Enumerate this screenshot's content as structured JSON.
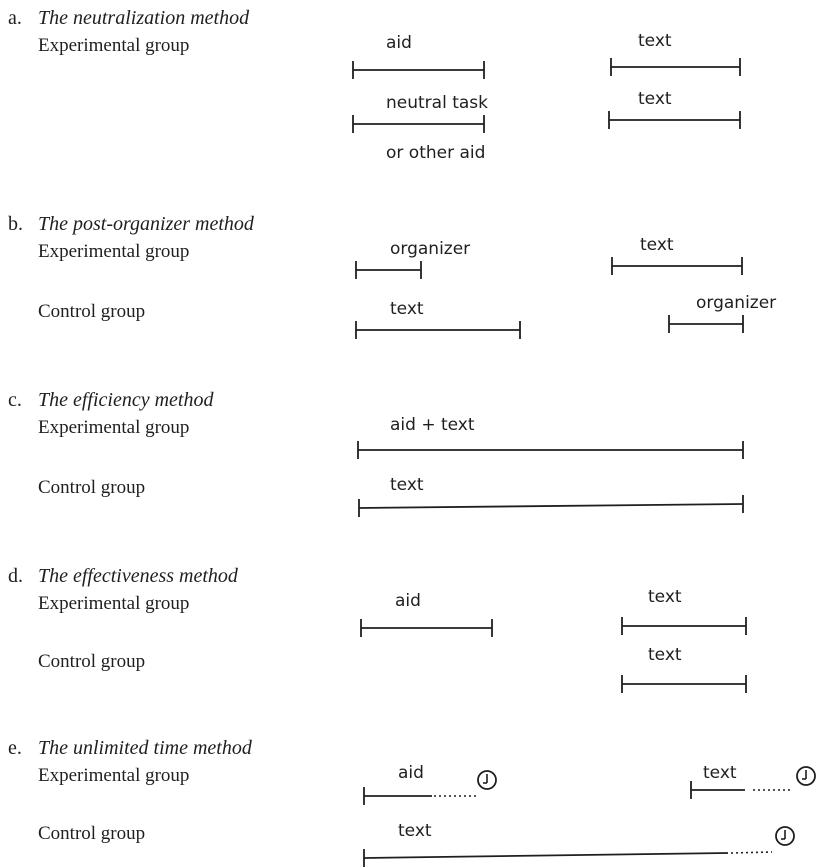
{
  "methods": [
    {
      "letter": "a.",
      "name": "The neutralization method",
      "rows": [
        {
          "group": "Experimental group",
          "bars": [
            {
              "label": "aid",
              "sub": "",
              "timed": false
            },
            {
              "label": "text",
              "sub": "",
              "timed": false
            }
          ]
        },
        {
          "group": "",
          "bars": [
            {
              "label": "neutral task",
              "sub": "or other aid",
              "timed": false
            },
            {
              "label": "text",
              "sub": "",
              "timed": false
            }
          ]
        }
      ]
    },
    {
      "letter": "b.",
      "name": "The post-organizer method",
      "rows": [
        {
          "group": "Experimental group",
          "bars": [
            {
              "label": "organizer",
              "sub": "",
              "timed": false
            },
            {
              "label": "text",
              "sub": "",
              "timed": false
            }
          ]
        },
        {
          "group": "Control group",
          "bars": [
            {
              "label": "text",
              "sub": "",
              "timed": false
            },
            {
              "label": "organizer",
              "sub": "",
              "timed": false
            }
          ]
        }
      ]
    },
    {
      "letter": "c.",
      "name": "The efficiency method",
      "rows": [
        {
          "group": "Experimental group",
          "bars": [
            {
              "label": "aid + text",
              "sub": "",
              "timed": false
            }
          ]
        },
        {
          "group": "Control group",
          "bars": [
            {
              "label": "text",
              "sub": "",
              "timed": false
            }
          ]
        }
      ]
    },
    {
      "letter": "d.",
      "name": "The effectiveness method",
      "rows": [
        {
          "group": "Experimental group",
          "bars": [
            {
              "label": "aid",
              "sub": "",
              "timed": false
            },
            {
              "label": "text",
              "sub": "",
              "timed": false
            }
          ]
        },
        {
          "group": "Control group",
          "bars": [
            {
              "label": "text",
              "sub": "",
              "timed": false
            }
          ]
        }
      ]
    },
    {
      "letter": "e.",
      "name": "The unlimited time method",
      "rows": [
        {
          "group": "Experimental group",
          "bars": [
            {
              "label": "aid",
              "sub": "",
              "timed": true
            },
            {
              "label": "text",
              "sub": "",
              "timed": true
            }
          ]
        },
        {
          "group": "Control group",
          "bars": [
            {
              "label": "text",
              "sub": "",
              "timed": true
            }
          ]
        }
      ]
    }
  ],
  "icons": {
    "timer": "clock-icon"
  },
  "colors": {
    "ink": "#1f1f1f",
    "background": "#ffffff"
  }
}
